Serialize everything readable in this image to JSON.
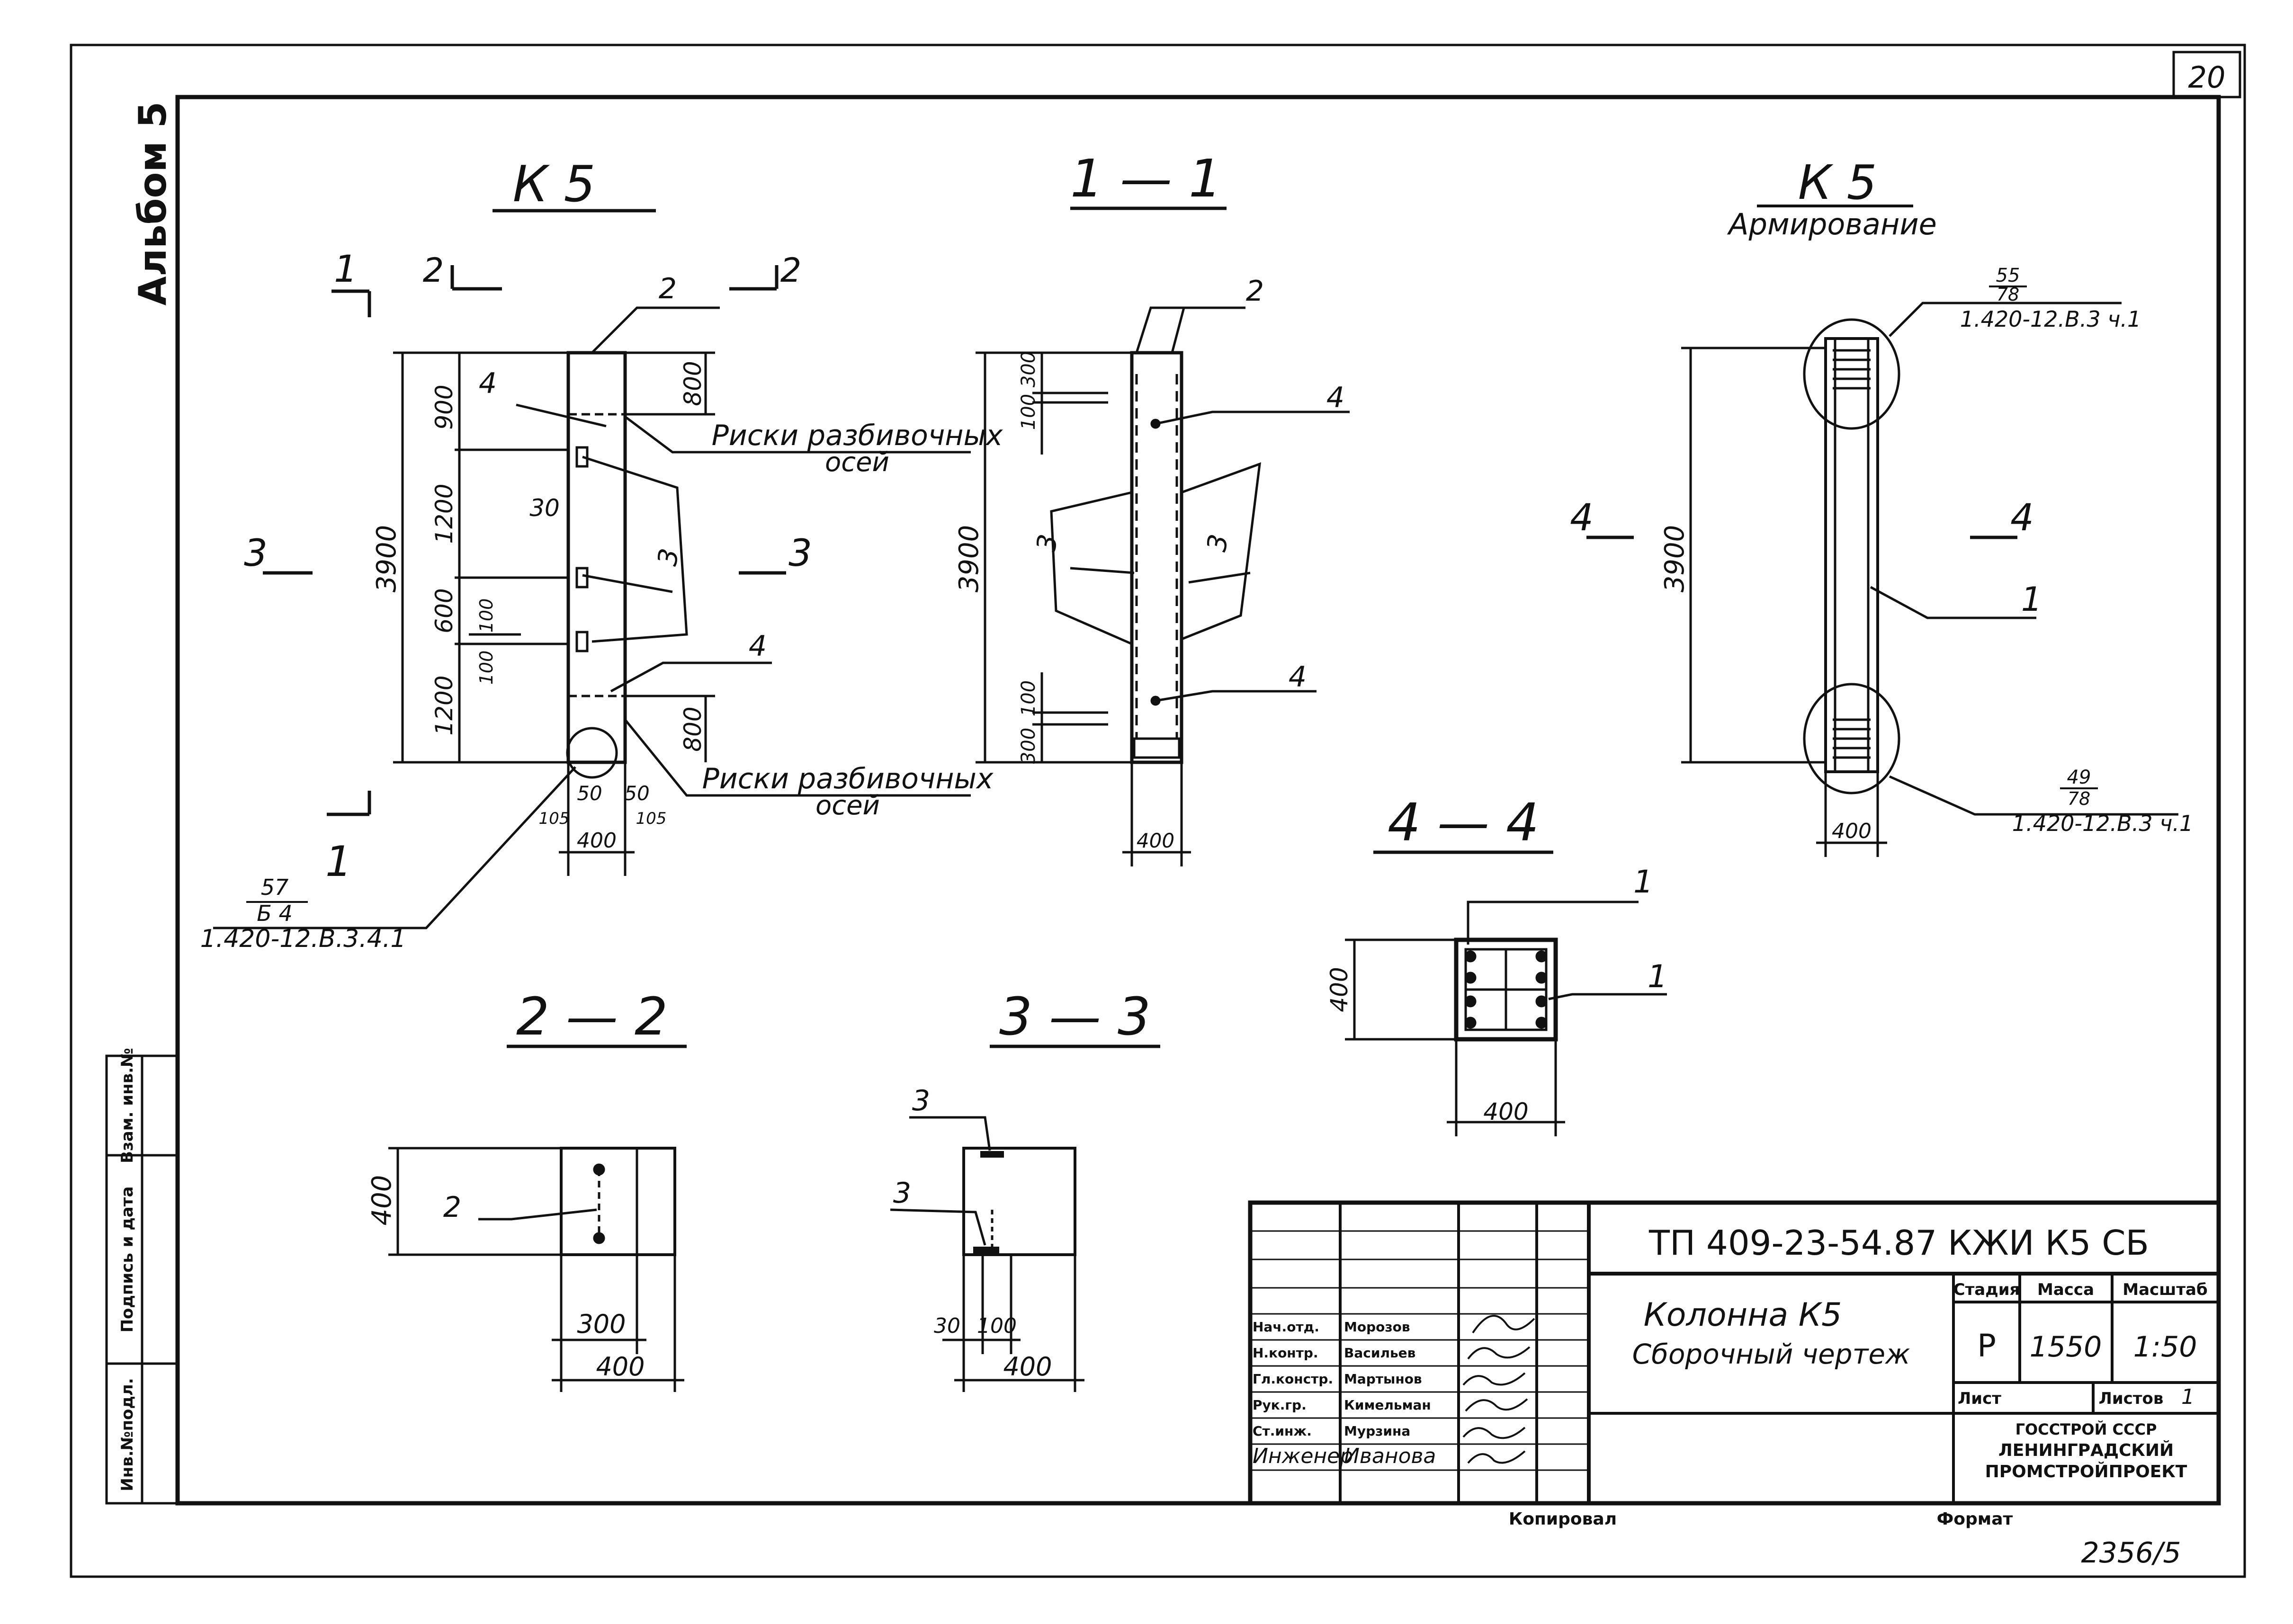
{
  "sheet": {
    "page_number": "20",
    "album": "Альбом 5",
    "bottom_right_number": "2356/5",
    "copied": "Копировал",
    "format": "Формат"
  },
  "views": {
    "elevation_title": "К 5",
    "section11_title": "1 — 1",
    "reinf_title": "К 5",
    "reinf_subtitle": "Армирование",
    "section44_title": "4 — 4",
    "section22_title": "2 — 2",
    "section33_title": "3 — 3"
  },
  "elevation": {
    "cut1_top": "1",
    "cut2_left": "2",
    "cut2_right": "2",
    "cut3_left": "3",
    "cut3_right": "3",
    "cut1_bottom": "1",
    "dim_total": "3900",
    "dim_900": "900",
    "dim_1200_top": "1200",
    "dim_600": "600",
    "dim_1200_bottom": "1200",
    "dim_800_top": "800",
    "dim_800_bottom": "800",
    "dim_30": "30",
    "dim_100a": "100",
    "dim_100b": "100",
    "dim_50a": "50",
    "dim_50b": "50",
    "dim_105a": "105",
    "dim_105b": "105",
    "dim_400": "400",
    "leader_2": "2",
    "leader_3": "3",
    "leader_4_top": "4",
    "leader_4_bottom": "4",
    "note_line1": "Риски разбивочных",
    "note_line2": "осей",
    "ref_num": "57",
    "ref_den": "Б 4",
    "ref_doc": "1.420-12.В.3.4.1"
  },
  "section11": {
    "dim_total": "3900",
    "dim_100_top": "100",
    "dim_300_top": "300",
    "dim_100_bottom": "100",
    "dim_300_bottom": "300",
    "dim_400": "400",
    "leader_2": "2",
    "leader_3_left": "3",
    "leader_3_right": "3",
    "leader_4_top": "4",
    "leader_4_bottom": "4"
  },
  "reinforcement": {
    "cut4_left": "4",
    "cut4_right": "4",
    "dim_total": "3900",
    "dim_400": "400",
    "leader_1": "1",
    "top_ref_num": "55",
    "top_ref_den": "78",
    "top_ref_doc": "1.420-12.В.3 ч.1",
    "bottom_ref_num": "49",
    "bottom_ref_den": "78",
    "bottom_ref_doc": "1.420-12.В.3 ч.1"
  },
  "section44": {
    "dim_h": "400",
    "dim_w": "400",
    "leader_1a": "1",
    "leader_1b": "1"
  },
  "section22": {
    "dim_h": "400",
    "dim_300": "300",
    "dim_400": "400",
    "leader_2": "2"
  },
  "section33": {
    "leader_3a": "3",
    "leader_3b": "3",
    "dim_30": "30",
    "dim_100": "100",
    "dim_400": "400"
  },
  "left_margin_labels": [
    "Инв.№подл.",
    "Подпись и дата",
    "Взам. инв.№"
  ],
  "title_block": {
    "code": "ТП  409-23-54.87  КЖИ К5  СБ",
    "name_line1": "Колонна  К5",
    "name_line2": "Сборочный чертеж",
    "stage_label": "Стадия",
    "mass_label": "Масса",
    "scale_label": "Масштаб",
    "stage": "Р",
    "mass": "1550",
    "scale": "1:50",
    "sheet_label": "Лист",
    "sheets_label": "Листов",
    "sheets": "1",
    "org_line1": "ГОССТРОЙ СССР",
    "org_line2": "ЛЕНИНГРАДСКИЙ",
    "org_line3": "ПРОМСТРОЙПРОЕКТ",
    "people": [
      {
        "role": "Нач.отд.",
        "name": "Морозов"
      },
      {
        "role": "Н.контр.",
        "name": "Васильев"
      },
      {
        "role": "Гл.констр.",
        "name": "Мартынов"
      },
      {
        "role": "Рук.гр.",
        "name": "Кимельман"
      },
      {
        "role": "Ст.инж.",
        "name": "Мурзина"
      },
      {
        "role": "Инженер",
        "name": "Иванова"
      }
    ]
  }
}
